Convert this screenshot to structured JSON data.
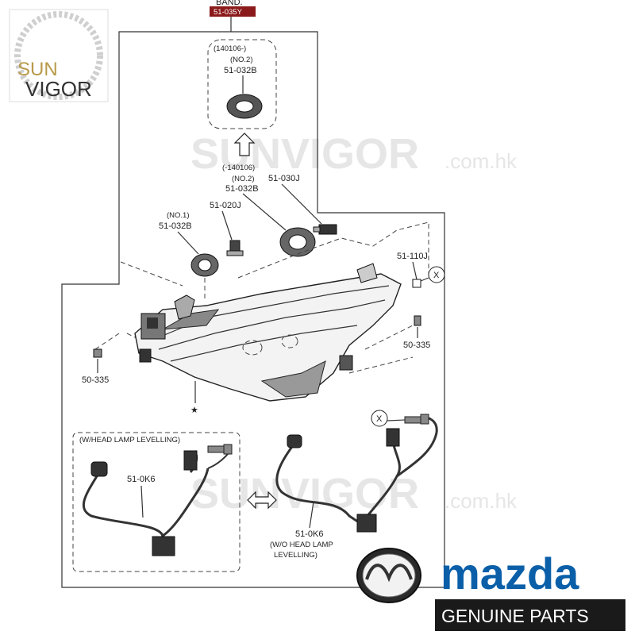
{
  "header": {
    "top_code": "51-035Y",
    "top_word": "BAND."
  },
  "branding": {
    "logo_sun": "SUN",
    "logo_vigor": "VIGOR",
    "watermark_sun": "SUN",
    "watermark_vigor": "VIGOR",
    "watermark_domain": ".com.hk",
    "mazda_wordmark": "mazda",
    "genuine_parts": "GENUINE PARTS",
    "colors": {
      "mazda_blue": "#0a5fa8",
      "sunvigor_gold": "#b89a4a",
      "genuine_bg": "#1a1a1a"
    }
  },
  "callouts": {
    "inset_date_after": "(140106-)",
    "inset_no2": "(NO.2)",
    "inset_part": "51-032B",
    "date_before": "(-140106)",
    "no2": "(NO.2)",
    "part_032B_mid": "51-032B",
    "part_030J": "51-030J",
    "no1": "(NO.1)",
    "part_032B_left": "51-032B",
    "part_020J": "51-020J",
    "part_110J": "51-110J",
    "marker_x": "X",
    "clip_right": "50-335",
    "clip_left": "50-335",
    "star": "★"
  },
  "harness": {
    "with_leveling_title": "(W/HEAD LAMP LEVELLING)",
    "with_leveling_part": "51-0K6",
    "without_part": "51-0K6",
    "without_line1": "(W/O HEAD LAMP",
    "without_line2": "LEVELLING)",
    "marker_x": "X"
  }
}
